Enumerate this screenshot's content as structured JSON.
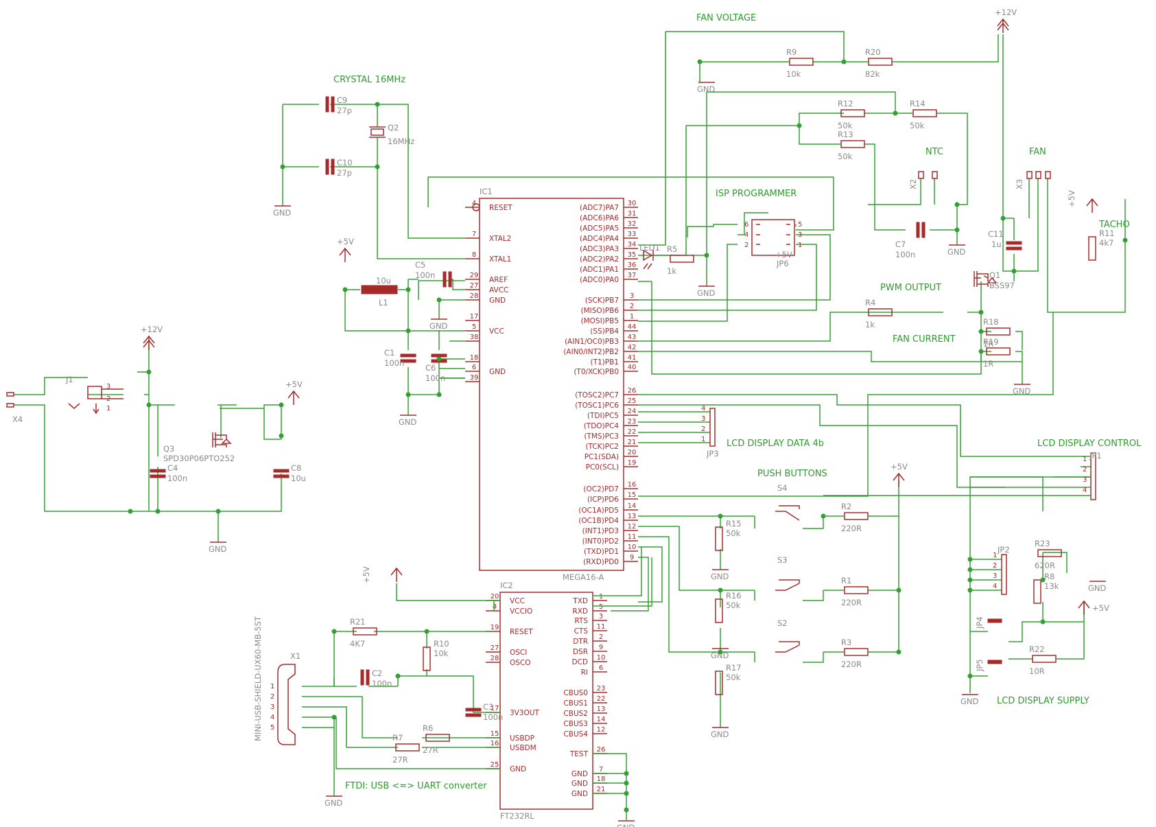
{
  "sections": {
    "fan_voltage": "FAN VOLTAGE",
    "crystal": "CRYSTAL  16MHz",
    "ntc": "NTC",
    "fan": "FAN",
    "isp_programmer": "ISP PROGRAMMER",
    "tacho": "TACHO",
    "pwm_output": "PWM OUTPUT",
    "fan_current": "FAN CURRENT",
    "lcd_data": "LCD DISPLAY DATA 4b",
    "lcd_control": "LCD DISPLAY CONTROL",
    "push_buttons": "PUSH BUTTONS",
    "lcd_supply": "LCD DISPLAY SUPPLY",
    "ftdi": "FTDI: USB <=> UART converter"
  },
  "ic1": {
    "name": "IC1",
    "part": "MEGA16-A",
    "left_pins": [
      {
        "num": "4",
        "label": "RESET"
      },
      {
        "num": "7",
        "label": "XTAL2"
      },
      {
        "num": "8",
        "label": "XTAL1"
      },
      {
        "num": "29",
        "label": "AREF"
      },
      {
        "num": "27",
        "label": "AVCC"
      },
      {
        "num": "28",
        "label": "GND"
      },
      {
        "num": "17",
        "label": ""
      },
      {
        "num": "5",
        "label": "VCC"
      },
      {
        "num": "38",
        "label": ""
      },
      {
        "num": "18",
        "label": ""
      },
      {
        "num": "6",
        "label": "GND"
      },
      {
        "num": "39",
        "label": ""
      }
    ],
    "right_pins": [
      {
        "num": "30",
        "label": "(ADC7)PA7"
      },
      {
        "num": "31",
        "label": "(ADC6)PA6"
      },
      {
        "num": "32",
        "label": "(ADC5)PA5"
      },
      {
        "num": "33",
        "label": "(ADC4)PA4"
      },
      {
        "num": "34",
        "label": "(ADC3)PA3"
      },
      {
        "num": "35",
        "label": "(ADC2)PA2"
      },
      {
        "num": "36",
        "label": "(ADC1)PA1"
      },
      {
        "num": "37",
        "label": "(ADC0)PA0"
      },
      {
        "num": "3",
        "label": "(SCK)PB7"
      },
      {
        "num": "2",
        "label": "(MISO)PB6"
      },
      {
        "num": "1",
        "label": "(MOSI)PB5"
      },
      {
        "num": "44",
        "label": "(SS)PB4"
      },
      {
        "num": "43",
        "label": "(AIN1/OC0)PB3"
      },
      {
        "num": "42",
        "label": "(AIN0/INT2)PB2"
      },
      {
        "num": "41",
        "label": "(T1)PB1"
      },
      {
        "num": "40",
        "label": "(T0/XCK)PB0"
      },
      {
        "num": "26",
        "label": "(TOSC2)PC7"
      },
      {
        "num": "25",
        "label": "(TOSC1)PC6"
      },
      {
        "num": "24",
        "label": "(TDI)PC5"
      },
      {
        "num": "23",
        "label": "(TDO)PC4"
      },
      {
        "num": "22",
        "label": "(TMS)PC3"
      },
      {
        "num": "21",
        "label": "(TCK)PC2"
      },
      {
        "num": "20",
        "label": "PC1(SDA)"
      },
      {
        "num": "19",
        "label": "PC0(SCL)"
      },
      {
        "num": "16",
        "label": "(OC2)PD7"
      },
      {
        "num": "15",
        "label": "(ICP)PD6"
      },
      {
        "num": "14",
        "label": "(OC1A)PD5"
      },
      {
        "num": "13",
        "label": "(OC1B)PD4"
      },
      {
        "num": "12",
        "label": "(INT1)PD3"
      },
      {
        "num": "11",
        "label": "(INT0)PD2"
      },
      {
        "num": "10",
        "label": "(TXD)PD1"
      },
      {
        "num": "9",
        "label": "(RXD)PD0"
      }
    ]
  },
  "ic2": {
    "name": "IC2",
    "part": "FT232RL",
    "left_pins": [
      {
        "num": "20",
        "label": "VCC"
      },
      {
        "num": "4",
        "label": "VCCIO"
      },
      {
        "num": "19",
        "label": "RESET"
      },
      {
        "num": "27",
        "label": "OSCI"
      },
      {
        "num": "28",
        "label": "OSCO"
      },
      {
        "num": "17",
        "label": "3V3OUT"
      },
      {
        "num": "15",
        "label": "USBDP"
      },
      {
        "num": "16",
        "label": "USBDM"
      },
      {
        "num": "25",
        "label": "GND"
      }
    ],
    "right_pins": [
      {
        "num": "1",
        "label": "TXD"
      },
      {
        "num": "5",
        "label": "RXD"
      },
      {
        "num": "3",
        "label": "RTS"
      },
      {
        "num": "11",
        "label": "CTS"
      },
      {
        "num": "2",
        "label": "DTR"
      },
      {
        "num": "9",
        "label": "DSR"
      },
      {
        "num": "10",
        "label": "DCD"
      },
      {
        "num": "6",
        "label": "RI"
      },
      {
        "num": "23",
        "label": "CBUS0"
      },
      {
        "num": "22",
        "label": "CBUS1"
      },
      {
        "num": "13",
        "label": "CBUS2"
      },
      {
        "num": "14",
        "label": "CBUS3"
      },
      {
        "num": "12",
        "label": "CBUS4"
      },
      {
        "num": "26",
        "label": "TEST"
      },
      {
        "num": "7",
        "label": "GND"
      },
      {
        "num": "18",
        "label": "GND"
      },
      {
        "num": "21",
        "label": "GND"
      }
    ]
  },
  "resistors": [
    {
      "name": "R9",
      "value": "10k"
    },
    {
      "name": "R20",
      "value": "82k"
    },
    {
      "name": "R12",
      "value": "50k"
    },
    {
      "name": "R14",
      "value": "50k"
    },
    {
      "name": "R13",
      "value": "50k"
    },
    {
      "name": "R5",
      "value": "1k"
    },
    {
      "name": "R4",
      "value": "1k"
    },
    {
      "name": "R18",
      "value": "1R"
    },
    {
      "name": "R19",
      "value": "1R"
    },
    {
      "name": "R11",
      "value": "4k7"
    },
    {
      "name": "R15",
      "value": "50k"
    },
    {
      "name": "R16",
      "value": "50k"
    },
    {
      "name": "R17",
      "value": "50k"
    },
    {
      "name": "R2",
      "value": "220R"
    },
    {
      "name": "R1",
      "value": "220R"
    },
    {
      "name": "R3",
      "value": "220R"
    },
    {
      "name": "R21",
      "value": "4K7"
    },
    {
      "name": "R10",
      "value": "10k"
    },
    {
      "name": "R6",
      "value": "27R"
    },
    {
      "name": "R7",
      "value": "27R"
    },
    {
      "name": "R23",
      "value": "620R"
    },
    {
      "name": "R8",
      "value": "13k"
    },
    {
      "name": "R22",
      "value": "10R"
    }
  ],
  "capacitors": [
    {
      "name": "C9",
      "value": "27p"
    },
    {
      "name": "C10",
      "value": "27p"
    },
    {
      "name": "C5",
      "value": "100n"
    },
    {
      "name": "C1",
      "value": "100n"
    },
    {
      "name": "C6",
      "value": "100n"
    },
    {
      "name": "C4",
      "value": "100n"
    },
    {
      "name": "C8",
      "value": "10u"
    },
    {
      "name": "C7",
      "value": "100n"
    },
    {
      "name": "C11",
      "value": "1u"
    },
    {
      "name": "C2",
      "value": "100n"
    },
    {
      "name": "C3",
      "value": "100n"
    }
  ],
  "other_parts": {
    "q2": {
      "name": "Q2",
      "value": "16MHz"
    },
    "l1": {
      "name": "L1",
      "value": "10u"
    },
    "q3": {
      "name": "Q3",
      "value": "SPD30P06PTO252"
    },
    "q1": {
      "name": "Q1",
      "value": "BSS97"
    },
    "led1": "LED1",
    "jp6": "JP6",
    "jp3": "JP3",
    "jp1": "JP1",
    "jp2": "JP2",
    "jp4": "JP4",
    "jp5": "JP5",
    "x1": "X1",
    "x1_part": "MINI-USB-SHIELD-UX60-MB-5ST",
    "x2": "X2",
    "x3": "X3",
    "x4": "X4",
    "j1": "J1",
    "s4": "S4",
    "s3": "S3",
    "s2": "S2"
  },
  "supply": {
    "plus12": "+12V",
    "plus5": "+5V",
    "gnd": "GND"
  },
  "colors": {
    "wire": "#33a033",
    "part": "#a52a2a",
    "name_text": "#8a8a8a",
    "section_text": "#2e9a2e"
  }
}
